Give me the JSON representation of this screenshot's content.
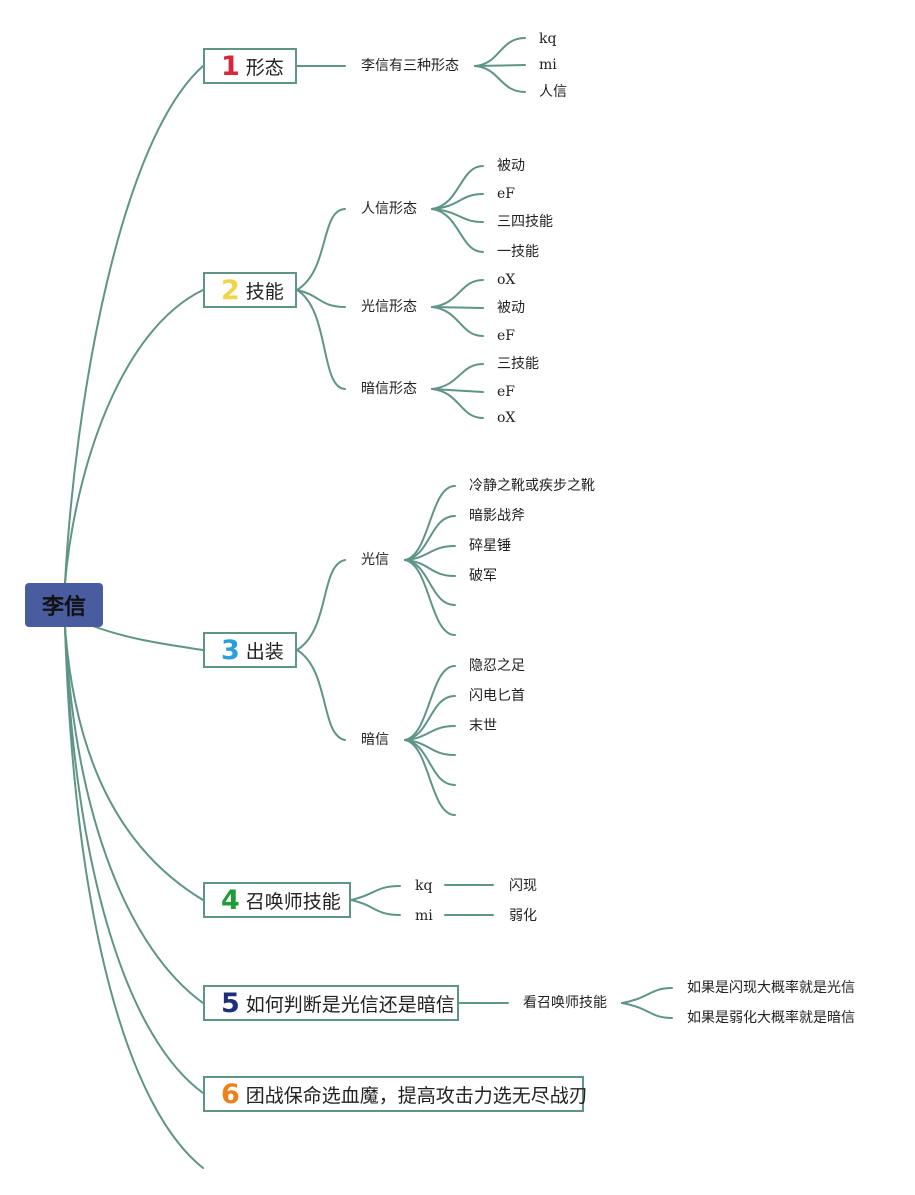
{
  "root": {
    "label": "李信"
  },
  "topics": [
    {
      "number": "1",
      "number_color": "#d7263d",
      "label": "形态"
    },
    {
      "number": "2",
      "number_color": "#f2d547",
      "label": "技能"
    },
    {
      "number": "3",
      "number_color": "#2b9fd9",
      "label": "出装"
    },
    {
      "number": "4",
      "number_color": "#1f9b3a",
      "label": "召唤师技能"
    },
    {
      "number": "5",
      "number_color": "#1c2f7a",
      "label": "如何判断是光信还是暗信"
    },
    {
      "number": "6",
      "number_color": "#f07f1a",
      "label": "团战保命选血魔，提高攻击力选无尽战刃"
    }
  ],
  "forms": {
    "label": "李信有三种形态",
    "items": [
      "kq",
      "mi",
      "人信"
    ]
  },
  "skills": {
    "groups": [
      {
        "label": "人信形态",
        "items": [
          "被动",
          "eF",
          "三四技能",
          "一技能"
        ]
      },
      {
        "label": "光信形态",
        "items": [
          "oX",
          "被动",
          "eF"
        ]
      },
      {
        "label": "暗信形态",
        "items": [
          "三技能",
          "eF",
          "oX"
        ]
      }
    ]
  },
  "gear": {
    "groups": [
      {
        "label": "光信",
        "items": [
          "冷静之靴或疾步之靴",
          "暗影战斧",
          "碎星锤",
          "破军",
          "",
          ""
        ]
      },
      {
        "label": "暗信",
        "items": [
          "隐忍之足",
          "闪电匕首",
          "末世",
          "",
          "",
          ""
        ]
      }
    ]
  },
  "summoner": {
    "rows": [
      {
        "key": "kq",
        "value": "闪现"
      },
      {
        "key": "mi",
        "value": "弱化"
      }
    ]
  },
  "judge": {
    "label": "看召唤师技能",
    "items": [
      "如果是闪现大概率就是光信",
      "如果是弱化大概率就是暗信"
    ]
  },
  "colors": {
    "line": "#5f9586",
    "root_fill": "#4a5ca0"
  }
}
